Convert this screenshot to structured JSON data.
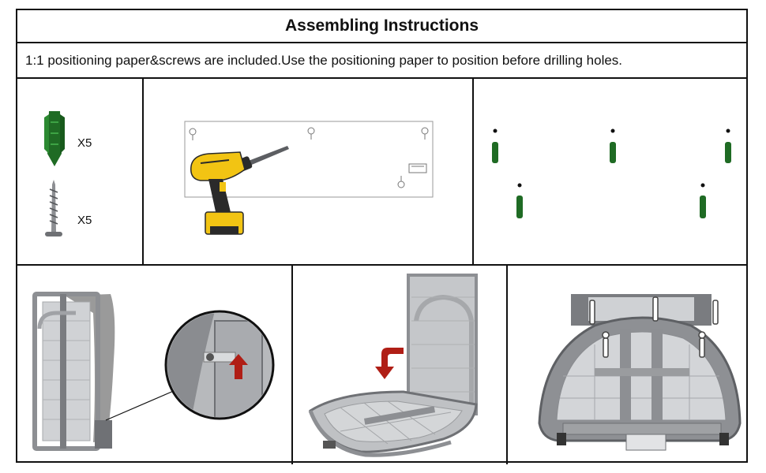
{
  "header": {
    "title": "Assembling Instructions",
    "note": "1:1 positioning paper&screws are included.Use the positioning paper to position before drilling holes."
  },
  "parts": {
    "anchor_qty": "X5",
    "screw_qty": "X5"
  },
  "colors": {
    "anchor_green": "#1f6b24",
    "drill_yellow": "#f2c413",
    "arrow_red": "#b01e16",
    "steel_gray": "#8d8f93",
    "mesh_gray": "#b9bcc0",
    "cover_gray": "#9a9a9a"
  },
  "icons": [
    "wall-anchor-icon",
    "screw-icon",
    "power-drill-icon",
    "mounting-template-icon",
    "fold-arrow-icon",
    "up-arrow-icon"
  ]
}
